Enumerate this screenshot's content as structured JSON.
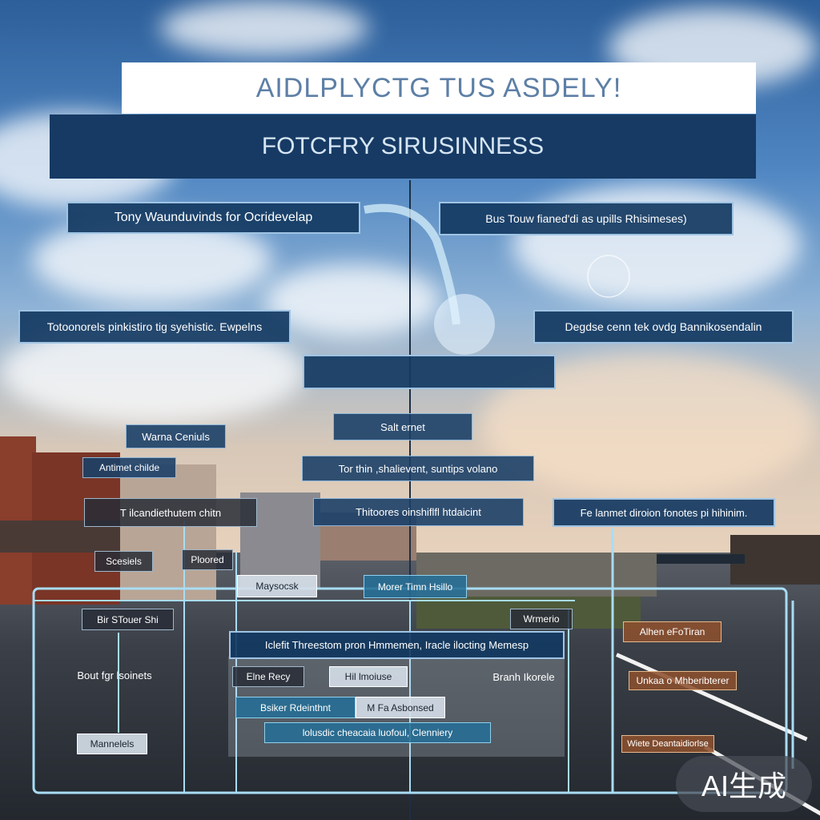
{
  "header": {
    "title": "AIDLPLYCTG TUS ASDELY!",
    "subtitle": "FOTCFRY SIRUSINNESS"
  },
  "nodes": {
    "left_top": "Tony Waunduvinds for Ocridevelap",
    "right_top": "Bus Touw fianed'di as upills Rhisimeses)",
    "left_mid": "Totoonorels pinkistiro tig syehistic. Ewpelns",
    "right_mid": "Degdse cenn tek ovdg Bannikosendalin",
    "center_empty": "",
    "salt": "Salt ernet",
    "warna": "Warna Ceniuls",
    "center_tor": "Tor thin ,shalievent, suntips volano",
    "left_antimet": "Antimet childe",
    "left_tl": "T ilcandiethutem chitn",
    "center_mid": "Thitoores oinshiflfl htdaicint",
    "right_fe": "Fe lanmet diroion fonotes pi hihinim.",
    "scesiels": "Scesiels",
    "ploored": "Ploored",
    "maysocsk": "Maysocsk",
    "morer": "Morer Timn Hsillo",
    "bir": "Bir STouer Shi",
    "wrmerio": "Wrmerio",
    "alhen": "Alhen eFoTiran",
    "center_long": "Iclefit Threestom pron Hmmemen, Iracle ilocting Memesp",
    "left_bout": "Bout fgr lsoinets",
    "elne": "Elne Recy",
    "hil": "Hil lmoiuse",
    "branh": "Branh Ikorele",
    "right_unkaa": "Unkaa o Mhberibterer",
    "bsker": "Bsiker Rdeinthnt",
    "mfa": "M Fa Asbonsed",
    "lolusdic": "lolusdic cheacaia luofoul, Clenniery",
    "manneiels": "Mannelels",
    "right_brown_bottom": "Wiete Deantaidiorlse"
  },
  "badge": "AI生成",
  "colors": {
    "title_text": "#5d7fa6",
    "subtitle_bg": "#163a64",
    "node_navy": "#143a62",
    "node_border": "#9fc4e4",
    "connector": "#a8dcf4",
    "node_brown": "#8c502d"
  }
}
